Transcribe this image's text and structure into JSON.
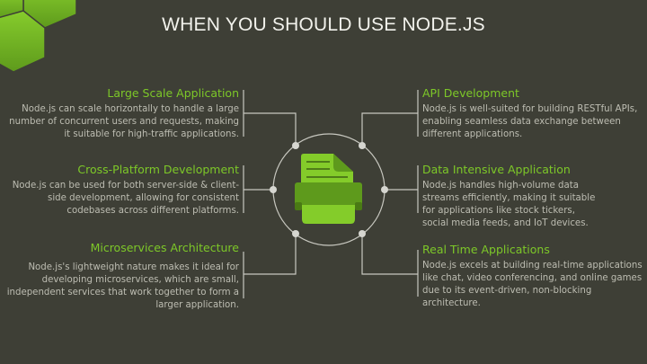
{
  "title": "WHEN YOU SHOULD USE  NODE.JS",
  "colors": {
    "background": "#3e3f36",
    "accent_green": "#7dc828",
    "dark_green": "#5a9418",
    "line": "#c8c8c0",
    "heading_text": "#f2f2ec",
    "body_text": "#bdbdb2"
  },
  "center_icon": "printer-document-icon",
  "left_items": [
    {
      "heading": "Large Scale Application",
      "body": "Node.js can scale horizontally to handle a large number of concurrent users and requests, making it suitable for high-traffic applications."
    },
    {
      "heading": "Cross-Platform Development",
      "body": "Node.js can be used for both server-side & client-side development, allowing for consistent codebases across different platforms."
    },
    {
      "heading": "Microservices Architecture",
      "body": "Node.js's lightweight nature makes it ideal for developing microservices, which are small, independent services that work together to form a larger application."
    }
  ],
  "right_items": [
    {
      "heading": "API Development",
      "body": "Node.js is well-suited for building RESTful APIs, enabling seamless data exchange between different applications."
    },
    {
      "heading": "Data Intensive Application",
      "body": "Node.js handles high-volume data streams efficiently, making it suitable for applications like stock tickers, social media feeds, and IoT devices."
    },
    {
      "heading": "Real Time Applications",
      "body": "Node.js excels at building real-time applications like chat, video conferencing, and online games due to its event-driven, non-blocking architecture."
    }
  ]
}
